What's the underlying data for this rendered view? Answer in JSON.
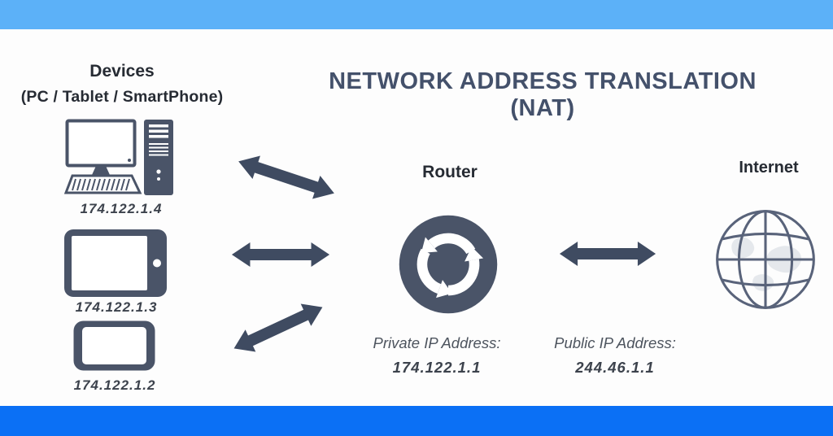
{
  "header": {
    "title": "NETWORK ADDRESS TRANSLATION",
    "subtitle": "(NAT)"
  },
  "devices": {
    "heading": "Devices",
    "subheading": "(PC / Tablet / SmartPhone)",
    "items": [
      {
        "name": "pc",
        "icon": "desktop-pc-icon",
        "ip": "174.122.1.4"
      },
      {
        "name": "tablet",
        "icon": "tablet-icon",
        "ip": "174.122.1.3"
      },
      {
        "name": "smartphone",
        "icon": "smartphone-icon",
        "ip": "174.122.1.2"
      }
    ]
  },
  "router": {
    "label": "Router",
    "icon": "router-cycle-icon",
    "private_ip_label": "Private IP Address:",
    "private_ip_value": "174.122.1.1",
    "public_ip_label": "Public IP Address:",
    "public_ip_value": "244.46.1.1"
  },
  "internet": {
    "label": "Internet",
    "icon": "globe-icon"
  },
  "arrows": {
    "icon": "double-headed-arrow-icon",
    "count": 4
  },
  "colors": {
    "top_bar": "#5cb1f8",
    "bottom_bar": "#0b70f5",
    "icon_slate": "#4a5468",
    "arrow_slate": "#3f4b61",
    "title_text": "#44516b",
    "heading_text": "#262b33",
    "caption_text": "#3c424c",
    "ip_label_text": "#4d545e",
    "globe_stroke": "#59637a",
    "background": "#fdfdfd"
  }
}
